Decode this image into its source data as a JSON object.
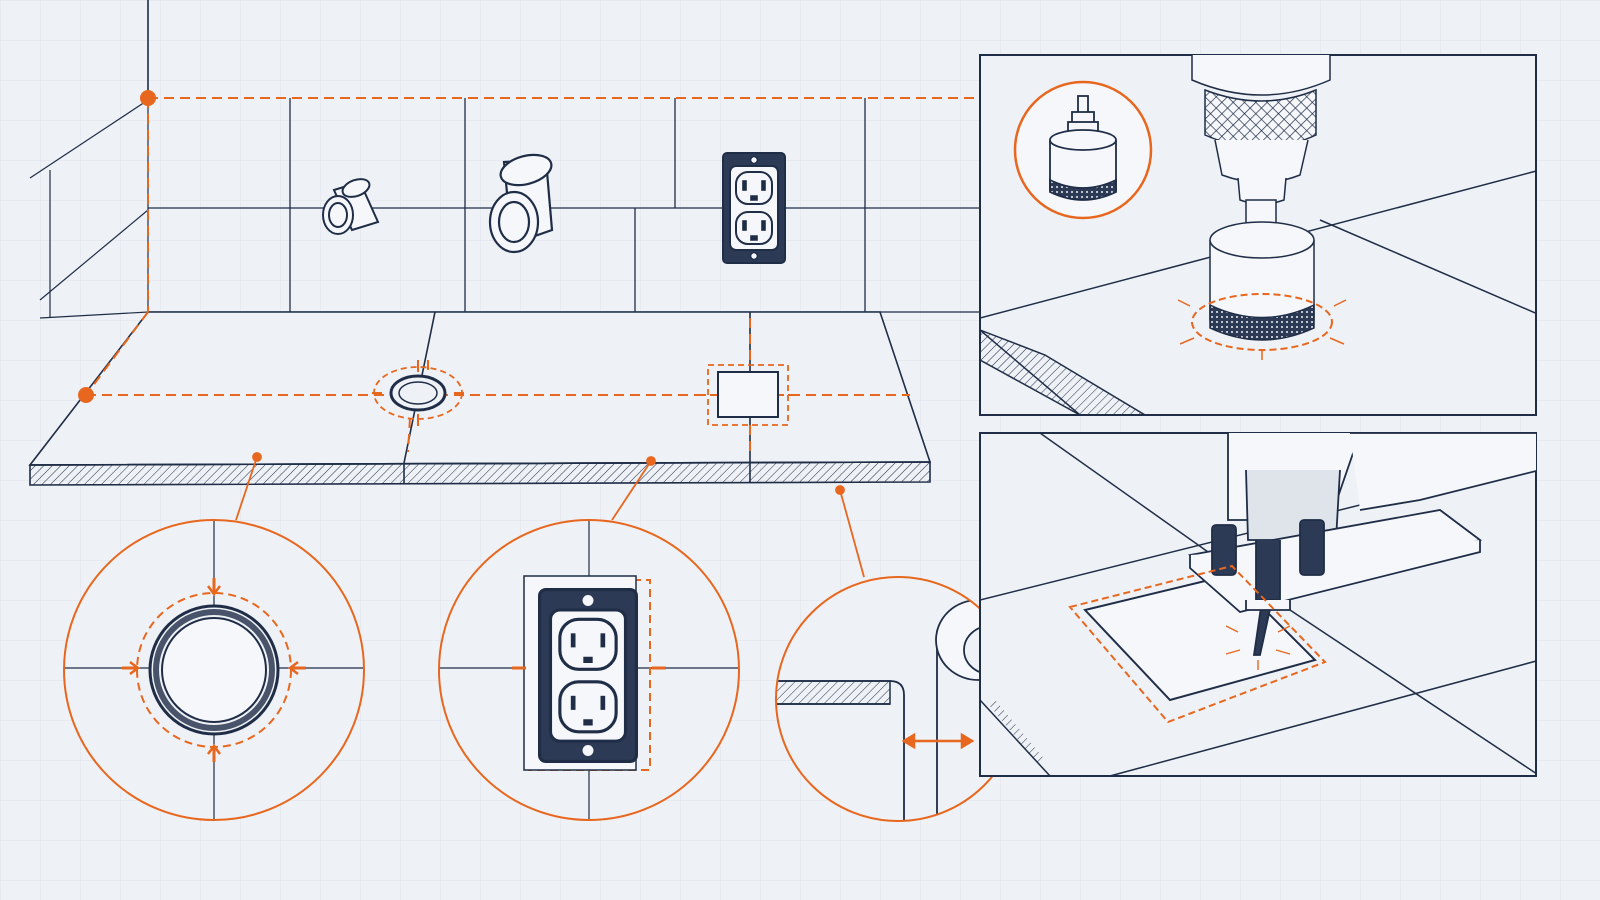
{
  "colors": {
    "background": "#eef1f5",
    "grid": "#dde3ea",
    "ink": "#1f2d47",
    "accent": "#e8671f",
    "panel_fill": "#f5f7fa",
    "plate_dark": "#2c3a55"
  },
  "diagram": {
    "main_scene": {
      "items": [
        "faucet-stub-small",
        "faucet-stub-large",
        "duplex-outlet"
      ],
      "countertop_cutouts": [
        "round-hole",
        "rectangular-box-cutout"
      ],
      "marker_dots": 2
    },
    "detail_callouts": [
      "round-hole-detail",
      "outlet-box-detail",
      "edge-gap-detail"
    ],
    "inset_panels": [
      "hole-saw-drilling",
      "jigsaw-rectangular-cut"
    ],
    "icons": [
      "hole-saw-bit-icon",
      "drill-icon",
      "jigsaw-icon",
      "outlet-icon"
    ]
  }
}
